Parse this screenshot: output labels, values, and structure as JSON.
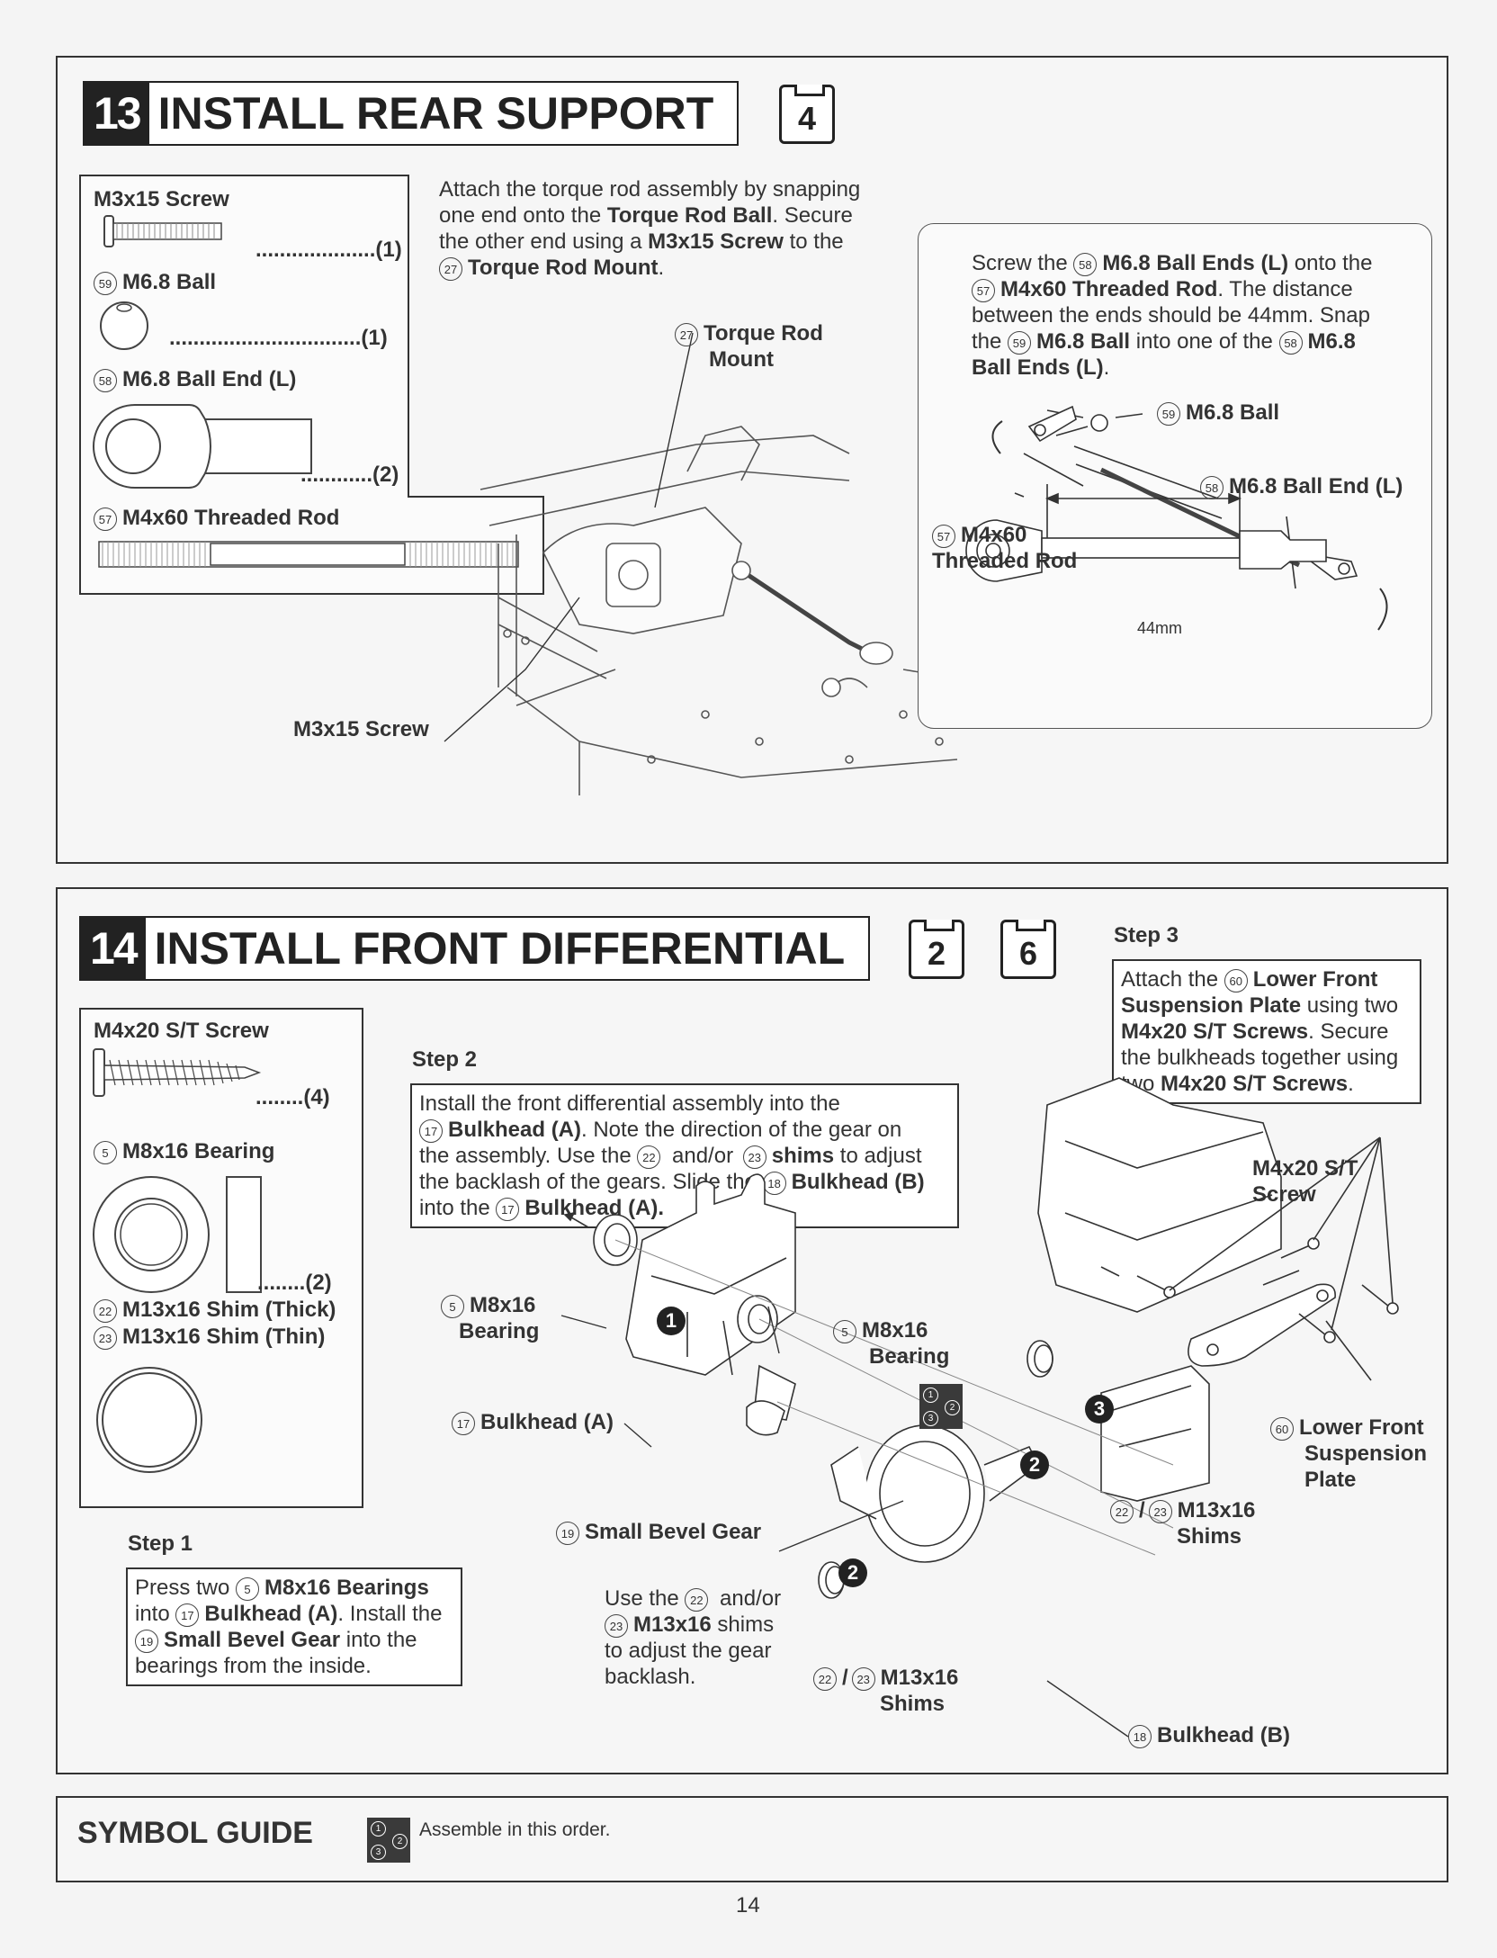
{
  "step13": {
    "number": "13",
    "title": "INSTALL REAR SUPPORT",
    "bag": "4",
    "parts": {
      "screw_label": "M3x15 Screw",
      "screw_qty": "....................(1)",
      "ball_num": "59",
      "ball_label": "M6.8 Ball",
      "ball_qty": "................................(1)",
      "ballend_num": "58",
      "ballend_label": "M6.8 Ball End (L)",
      "ballend_qty": "............(2)",
      "rod_num": "57",
      "rod_label": "M4x60 Threaded Rod"
    },
    "instruction": {
      "p1": "Attach the torque rod assembly by snapping",
      "p2a": "one end onto the ",
      "p2b": "Torque Rod Ball",
      "p2c": ". Secure",
      "p3a": "the other end using a ",
      "p3b": "M3x15 Screw",
      "p3c": " to the",
      "p4num": "27",
      "p4b": "Torque Rod Mount",
      "p4c": "."
    },
    "callout": {
      "l1a": "Screw the ",
      "l1num": "58",
      "l1b": "M6.8 Ball Ends (L)",
      "l1c": " onto the",
      "l2num": "57",
      "l2b": "M4x60 Threaded Rod",
      "l2c": ". The distance",
      "l3": "between the ends should be 44mm. Snap",
      "l4a": "the ",
      "l4num": "59",
      "l4b": "M6.8 Ball",
      "l4c": " into one of the ",
      "l4num2": "58",
      "l4d": "M6.8",
      "l5b": "Ball Ends (L)",
      "l5c": "."
    },
    "labels": {
      "mount_num": "27",
      "mount_1": "Torque Rod",
      "mount_2": "Mount",
      "screw": "M3x15 Screw",
      "ball_num": "59",
      "ball": "M6.8 Ball",
      "ballend_num": "58",
      "ballend": "M6.8 Ball End (L)",
      "rod_num": "57",
      "rod_1": "M4x60",
      "rod_2": "Threaded Rod",
      "dim": "44mm"
    }
  },
  "step14": {
    "number": "14",
    "title": "INSTALL FRONT DIFFERENTIAL",
    "bag1": "2",
    "bag2": "6",
    "parts": {
      "screw_label": "M4x20 S/T Screw",
      "screw_qty": "........(4)",
      "bearing_num": "5",
      "bearing_label": "M8x16 Bearing",
      "bearing_qty": "........(2)",
      "shim1_num": "22",
      "shim1_label": "M13x16 Shim (Thick)",
      "shim2_num": "23",
      "shim2_label": "M13x16 Shim (Thin)"
    },
    "step1": {
      "title": "Step 1",
      "l1a": "Press two ",
      "l1num": "5",
      "l1b": "M8x16 Bearings",
      "l2a": "into ",
      "l2num": "17",
      "l2b": "Bulkhead (A)",
      "l2c": ". Install the",
      "l3num": "19",
      "l3b": "Small Bevel Gear",
      "l3c": " into the",
      "l4": "bearings from the inside."
    },
    "step2": {
      "title": "Step 2",
      "l1": "Install the front differential assembly into the",
      "l2num": "17",
      "l2b": "Bulkhead (A)",
      "l2c": ". Note the direction of the gear on",
      "l3a": "the assembly. Use the ",
      "l3num": "22",
      "l3b": " and/or ",
      "l3num2": "23",
      "l3c": "shims",
      "l3d": " to adjust",
      "l4a": "the backlash of the gears. Slide the ",
      "l4num": "18",
      "l4b": "Bulkhead (B)",
      "l5a": "into the ",
      "l5num": "17",
      "l5b": "Bulkhead (A)."
    },
    "step3": {
      "title": "Step 3",
      "l1a": "Attach the ",
      "l1num": "60",
      "l1b": "Lower Front",
      "l2b": "Suspension Plate",
      "l2c": " using two",
      "l3b": "M4x20 S/T Screws",
      "l3c": ". Secure",
      "l4": "the bulkheads together using",
      "l5a": "two ",
      "l5b": "M4x20 S/T Screws",
      "l5c": "."
    },
    "labels": {
      "bearing_a_num": "5",
      "bearing_a_1": "M8x16",
      "bearing_a_2": "Bearing",
      "bearing_b_num": "5",
      "bearing_b_1": "M8x16",
      "bearing_b_2": "Bearing",
      "bulkA_num": "17",
      "bulkA": "Bulkhead (A)",
      "gear_num": "19",
      "gear": "Small Bevel Gear",
      "shims_a_n1": "22",
      "shims_a_n2": "23",
      "shims_a_1": "M13x16",
      "shims_a_2": "Shims",
      "shims_b_n1": "22",
      "shims_b_n2": "23",
      "shims_b_1": "M13x16",
      "shims_b_2": "Shims",
      "bulkB_num": "18",
      "bulkB": "Bulkhead (B)",
      "st_1": "M4x20 S/T",
      "st_2": "Screw",
      "plate_num": "60",
      "plate_1": "Lower Front",
      "plate_2": "Suspension",
      "plate_3": "Plate",
      "use_1a": "Use the ",
      "use_1num": "22",
      "use_1b": " and/or",
      "use_2num": "23",
      "use_2b": "M13x16",
      "use_2c": " shims",
      "use_3": "to adjust the gear",
      "use_4": "backlash.",
      "b1": "1",
      "b2": "2",
      "b2b": "2",
      "b3": "3"
    }
  },
  "symbol_guide": {
    "title": "SYMBOL GUIDE",
    "text": "Assemble in this order."
  },
  "page_number": "14"
}
